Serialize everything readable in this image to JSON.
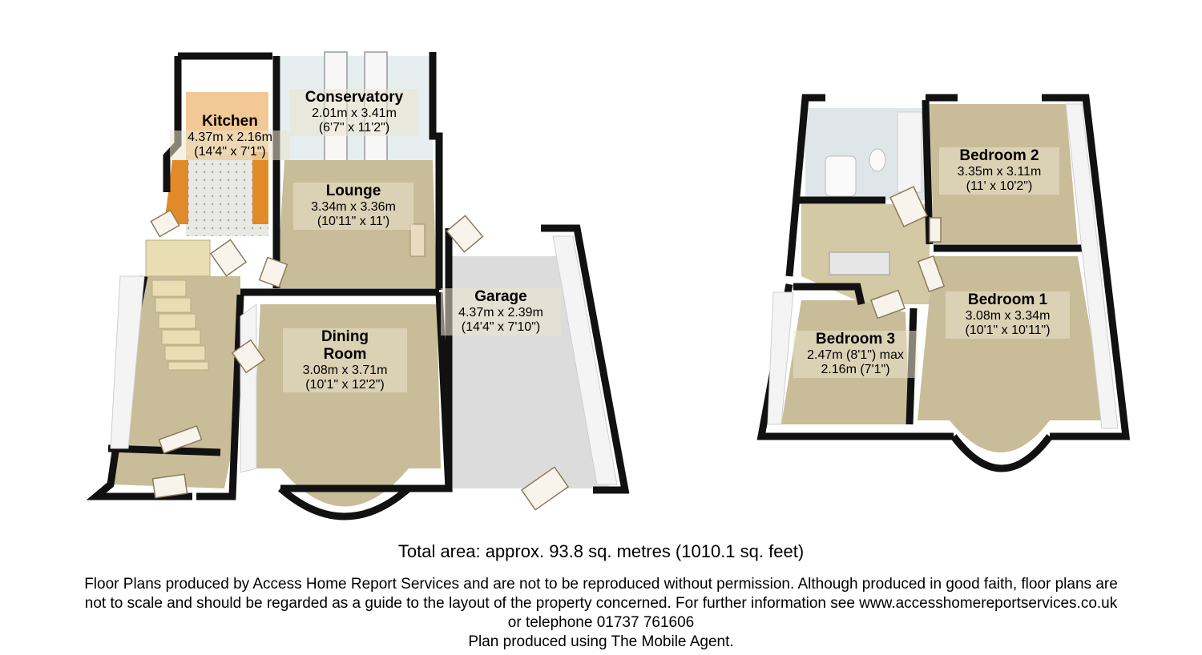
{
  "rooms": {
    "kitchen": {
      "name": "Kitchen",
      "dims": "4.37m x 2.16m",
      "imperial": "(14'4\" x 7'1\")"
    },
    "conservatory": {
      "name": "Conservatory",
      "dims": "2.01m x 3.41m",
      "imperial": "(6'7\" x 11'2\")"
    },
    "lounge": {
      "name": "Lounge",
      "dims": "3.34m x 3.36m",
      "imperial": "(10'11\" x 11')"
    },
    "dining": {
      "name_line1": "Dining",
      "name_line2": "Room",
      "dims": "3.08m x 3.71m",
      "imperial": "(10'1\" x 12'2\")"
    },
    "garage": {
      "name": "Garage",
      "dims": "4.37m x 2.39m",
      "imperial": "(14'4\" x 7'10\")"
    },
    "bedroom2": {
      "name": "Bedroom 2",
      "dims": "3.35m x 3.11m",
      "imperial": "(11' x 10'2\")"
    },
    "bedroom1": {
      "name": "Bedroom 1",
      "dims": "3.08m x 3.34m",
      "imperial": "(10'1\" x 10'11\")"
    },
    "bedroom3": {
      "name": "Bedroom 3",
      "dims": "2.47m (8'1\") max",
      "imperial": "2.16m (7'1\")"
    }
  },
  "total_area": "Total area: approx.  93.8 sq. metres (1010.1 sq. feet)",
  "disclaimer": {
    "line1": "Floor Plans produced by Access Home Report Services and are not to be reproduced without permission. Although produced in good faith, floor plans are",
    "line2": "not to scale and should be regarded as a guide to the layout of the property concerned. For further information see www.accesshomereportservices.co.uk",
    "line3": "or telephone 01737 761606",
    "line4": "Plan produced using The Mobile Agent."
  },
  "colors": {
    "wall": "#111111",
    "carpet": "#c8bd98",
    "floor_grey": "#dcdcdc",
    "kitchen_worktop": "#e08a2a",
    "wall_face": "#f4f4f4"
  }
}
